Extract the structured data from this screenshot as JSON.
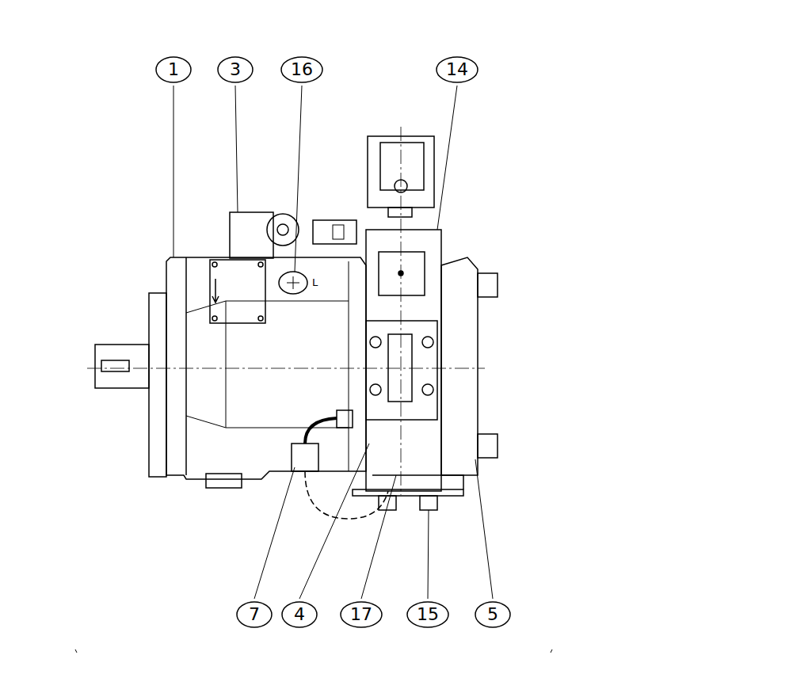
{
  "diagram": {
    "nodes": [
      {
        "text": [
          "1"
        ]
      },
      {
        "text": [
          "3"
        ]
      },
      {
        "text": [
          "16"
        ]
      },
      {
        "text": [
          "14"
        ]
      },
      {
        "text": [
          "7"
        ]
      },
      {
        "text": [
          "4"
        ]
      },
      {
        "text": [
          "17"
        ]
      },
      {
        "text": [
          "15"
        ]
      },
      {
        "text": [
          "5"
        ]
      }
    ],
    "labels": [
      "L"
    ]
  }
}
